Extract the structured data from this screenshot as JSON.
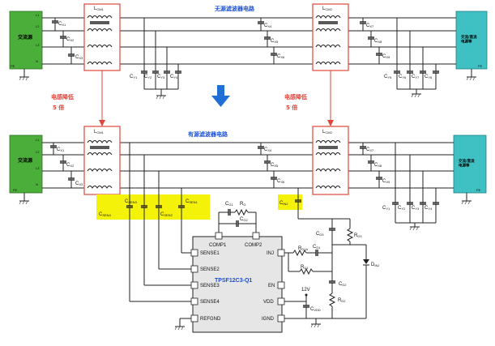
{
  "top": {
    "title": "无源滤波器电路",
    "source_label": "交流源",
    "line_labels": [
      "L1",
      "L2",
      "L3",
      "N"
    ],
    "pe_label": "PE",
    "choke1": "L",
    "choke1_sub": "CM1",
    "choke2": "L",
    "choke2_sub": "CM2",
    "load_label": "交流/直流\n电源等",
    "load_pe": "PE",
    "caps_left": [
      {
        "t": "C",
        "s": "X1"
      },
      {
        "t": "C",
        "s": "X2"
      },
      {
        "t": "C",
        "s": "X3"
      }
    ],
    "caps_mid": [
      {
        "t": "C",
        "s": "X4"
      },
      {
        "t": "C",
        "s": "X5"
      },
      {
        "t": "C",
        "s": "X6"
      }
    ],
    "caps_right": [
      {
        "t": "C",
        "s": "X7"
      },
      {
        "t": "C",
        "s": "X8"
      },
      {
        "t": "C",
        "s": "X9"
      }
    ],
    "cy_left": [
      {
        "t": "C",
        "s": "Y1"
      },
      {
        "t": "C",
        "s": "Y2"
      },
      {
        "t": "C",
        "s": "Y3"
      },
      {
        "t": "C",
        "s": "Y4"
      }
    ],
    "cy_right": [
      {
        "t": "C",
        "s": "Y5"
      },
      {
        "t": "C",
        "s": "Y6"
      },
      {
        "t": "C",
        "s": "Y7"
      },
      {
        "t": "C",
        "s": "Y8"
      }
    ]
  },
  "annotation_left": {
    "line1": "电感降低",
    "line2": "5 倍"
  },
  "annotation_right": {
    "line1": "电感降低",
    "line2": "5 倍"
  },
  "bottom": {
    "title": "有源滤波器电路",
    "source_label": "交流源",
    "line_labels": [
      "L1",
      "L2",
      "L3",
      "N"
    ],
    "pe_label": "PE",
    "choke1": "L",
    "choke1_sub": "CM1",
    "choke2": "L",
    "choke2_sub": "CM2",
    "load_label": "交流/直流\n电源等",
    "load_pe": "PE",
    "caps_left": [
      {
        "t": "C",
        "s": "X1"
      },
      {
        "t": "C",
        "s": "X2"
      },
      {
        "t": "C",
        "s": "X3"
      }
    ],
    "caps_mid": [
      {
        "t": "C",
        "s": "X4"
      },
      {
        "t": "C",
        "s": "X5"
      },
      {
        "t": "C",
        "s": "X6"
      }
    ],
    "caps_right": [
      {
        "t": "C",
        "s": "X7"
      },
      {
        "t": "C",
        "s": "X8"
      },
      {
        "t": "C",
        "s": "X9"
      }
    ],
    "cy_right": [
      {
        "t": "C",
        "s": "Y1"
      },
      {
        "t": "C",
        "s": "Y2"
      },
      {
        "t": "C",
        "s": "Y3"
      },
      {
        "t": "C",
        "s": "Y4"
      }
    ],
    "sense_caps": [
      {
        "t": "C",
        "s": "SEN4"
      },
      {
        "t": "C",
        "s": "SEN3"
      },
      {
        "t": "C",
        "s": "SEN2"
      },
      {
        "t": "C",
        "s": "SEN1"
      }
    ],
    "cinj": {
      "t": "C",
      "s": "INJ"
    }
  },
  "ic": {
    "name": "TPSF12C3-Q1",
    "pins_left": [
      "SENSE1",
      "SENSE2",
      "SENSE3",
      "SENSE4",
      "REFGND"
    ],
    "pins_right": [
      "INJ",
      "EN",
      "VDD",
      "IGND"
    ],
    "pins_top": [
      "COMP1",
      "COMP2"
    ]
  },
  "components": {
    "cg1": {
      "t": "C",
      "s": "G1"
    },
    "rg": {
      "t": "R",
      "s": "G"
    },
    "cg2": {
      "t": "C",
      "s": "G2"
    },
    "rd1a": {
      "t": "R",
      "s": "D1A"
    },
    "cd1": {
      "t": "C",
      "s": "D1"
    },
    "rd1": {
      "t": "R",
      "s": "D1"
    },
    "cd3": {
      "t": "C",
      "s": "D3"
    },
    "rd3": {
      "t": "R",
      "s": "D3"
    },
    "cd2": {
      "t": "C",
      "s": "D2"
    },
    "rd2": {
      "t": "R",
      "s": "D2"
    },
    "dinj": {
      "t": "D",
      "s": "INJ"
    },
    "cvdd": {
      "t": "C",
      "s": "VDD"
    },
    "vdd_voltage": "12V"
  },
  "colors": {
    "source_fill": "#4cae3a",
    "load_fill": "#3fc1c4",
    "highlight": "#e0453a",
    "title_blue": "#1a4fd6",
    "arrow_blue": "#1f6fd6",
    "sense_fill": "#f5f20a",
    "ic_fill": "#e6e6e6"
  }
}
